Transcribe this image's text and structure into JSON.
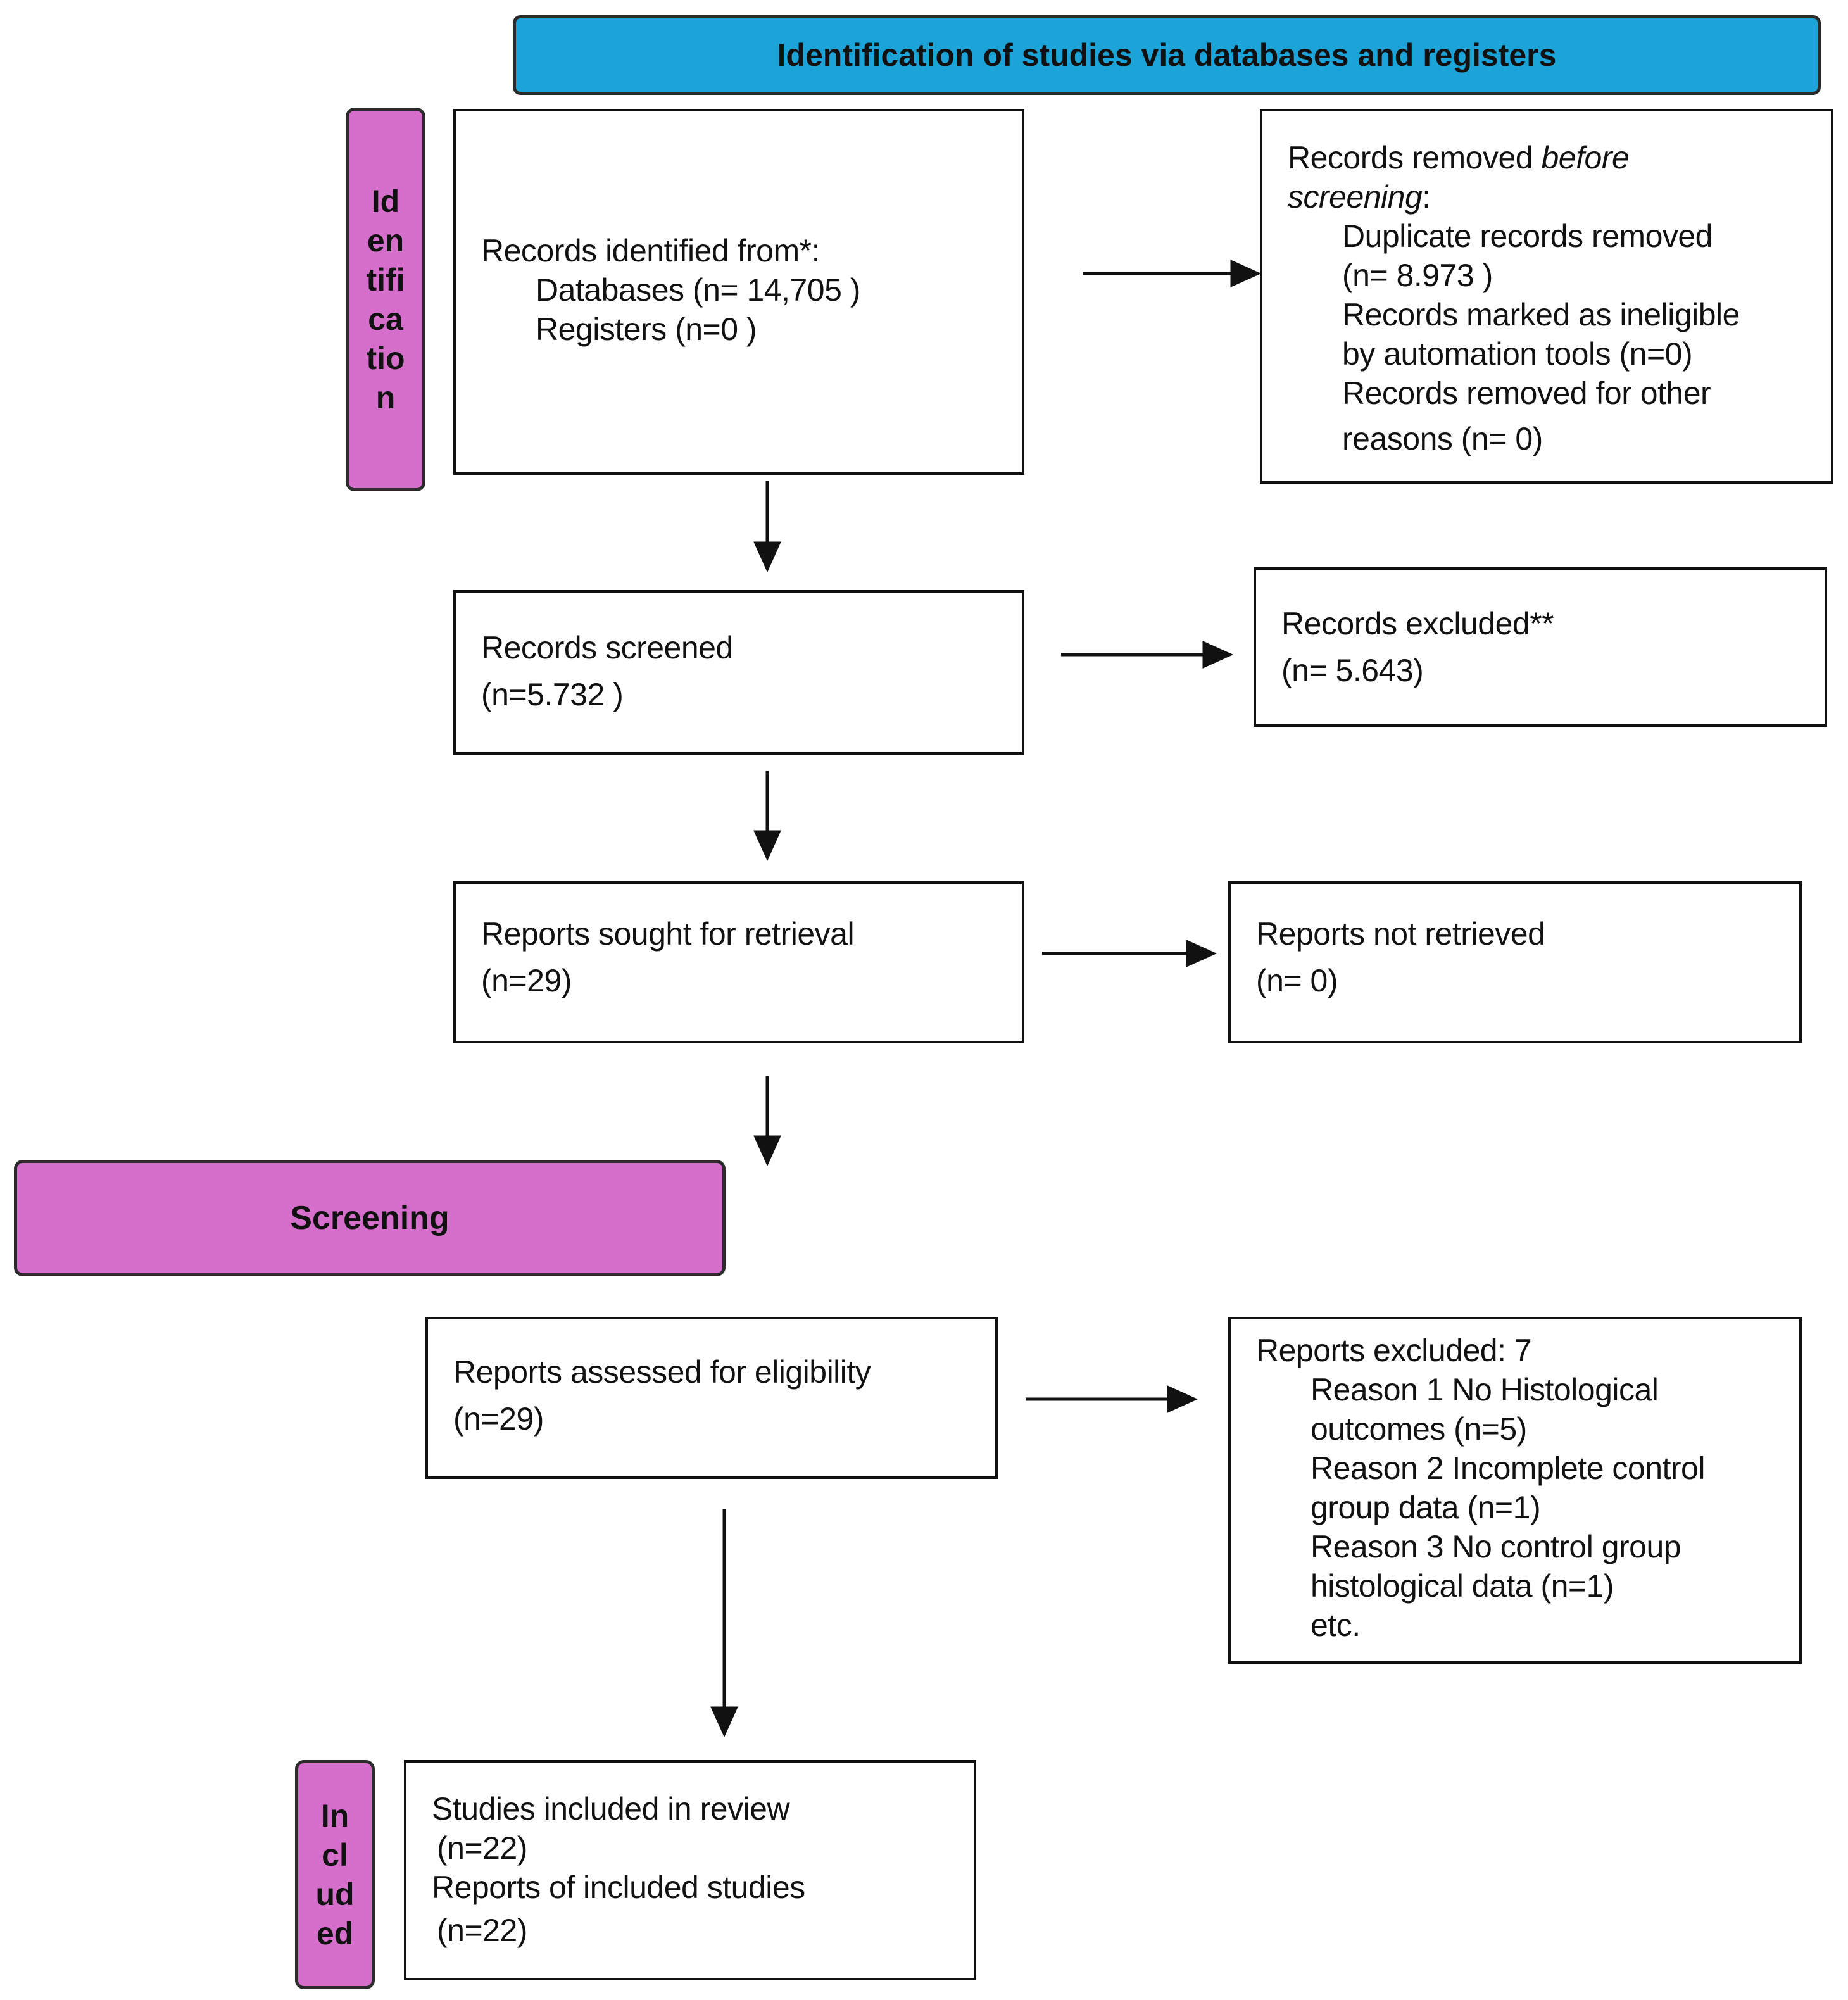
{
  "banner": {
    "title": "Identification of studies via databases and registers"
  },
  "phases": {
    "identification": {
      "lines": [
        "Id",
        "en",
        "tifi",
        "ca",
        "tio",
        "n"
      ]
    },
    "screening": {
      "label": "Screening"
    },
    "included": {
      "lines": [
        "In",
        "cl",
        "ud",
        "ed"
      ]
    }
  },
  "records_identified": {
    "heading": "Records identified from*:",
    "databases": "Databases (n= 14,705 )",
    "registers": "Registers (n=0 )"
  },
  "records_removed": {
    "heading_prefix": "Records removed ",
    "heading_italic": "before",
    "heading_line2_italic": "screening",
    "heading_line2_suffix": ":",
    "duplicates_line1": "Duplicate records removed",
    "duplicates_line2": "(n= 8.973 )",
    "ineligible_line1": "Records marked as ineligible",
    "ineligible_line2": "by automation tools (n=0)",
    "other_line1": "Records removed for other",
    "other_line2": "reasons (n= 0)"
  },
  "records_screened": {
    "label": "Records screened",
    "count": "(n=5.732 )"
  },
  "records_excluded": {
    "label": "Records excluded**",
    "count": "(n= 5.643)"
  },
  "reports_sought": {
    "label": "Reports sought for retrieval",
    "count": "(n=29)"
  },
  "reports_not_retrieved": {
    "label": "Reports not retrieved",
    "count": "(n= 0)"
  },
  "reports_assessed": {
    "label": "Reports assessed for eligibility",
    "count": "(n=29)"
  },
  "reports_excluded": {
    "heading": "Reports excluded: 7",
    "lines": [
      "Reason 1 No Histological",
      "outcomes (n=5)",
      "Reason 2 Incomplete control",
      "group data (n=1)",
      "Reason 3 No control group",
      "histological data (n=1)",
      "etc."
    ]
  },
  "studies_included": {
    "studies_label": "Studies included in review",
    "studies_count": "(n=22)",
    "reports_label": "Reports of included studies",
    "reports_count": "(n=22)"
  }
}
